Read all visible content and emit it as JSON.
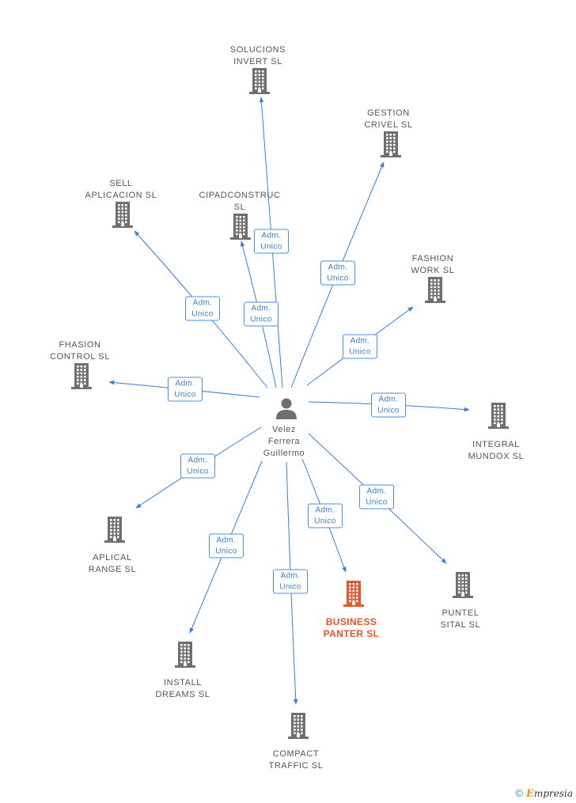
{
  "center": {
    "label": "Velez\nFerrera\nGuillermo"
  },
  "companies": [
    {
      "id": "solucions",
      "label": "SOLUCIONS\nINVERT SL",
      "highlight": false
    },
    {
      "id": "gestion",
      "label": "GESTION\nCRIVEL SL",
      "highlight": false
    },
    {
      "id": "sell",
      "label": "SELL\nAPLICACION SL",
      "highlight": false
    },
    {
      "id": "cipad",
      "label": "CIPADCONSTRUC\nSL",
      "highlight": false
    },
    {
      "id": "fashion",
      "label": "FASHION\nWORK SL",
      "highlight": false
    },
    {
      "id": "fhasion",
      "label": "FHASION\nCONTROL SL",
      "highlight": false
    },
    {
      "id": "integral",
      "label": "INTEGRAL\nMUNDOX SL",
      "highlight": false
    },
    {
      "id": "aplical",
      "label": "APLICAL\nRANGE SL",
      "highlight": false
    },
    {
      "id": "business",
      "label": "BUSINESS\nPANTER SL",
      "highlight": true
    },
    {
      "id": "puntel",
      "label": "PUNTEL\nSITAL SL",
      "highlight": false
    },
    {
      "id": "install",
      "label": "INSTALL\nDREAMS SL",
      "highlight": false
    },
    {
      "id": "compact",
      "label": "COMPACT\nTRAFFIC SL",
      "highlight": false
    }
  ],
  "relations": [
    {
      "target": "solucions",
      "role": "Adm.\nUnico"
    },
    {
      "target": "gestion",
      "role": "Adm.\nUnico"
    },
    {
      "target": "sell",
      "role": "Adm.\nUnico"
    },
    {
      "target": "cipad",
      "role": "Adm.\nUnico"
    },
    {
      "target": "fashion",
      "role": "Adm.\nUnico"
    },
    {
      "target": "fhasion",
      "role": "Adm.\nUnico"
    },
    {
      "target": "integral",
      "role": "Adm.\nUnico"
    },
    {
      "target": "aplical",
      "role": "Adm.\nUnico"
    },
    {
      "target": "business",
      "role": "Adm.\nUnico"
    },
    {
      "target": "puntel",
      "role": "Adm.\nUnico"
    },
    {
      "target": "install",
      "role": "Adm.\nUnico"
    },
    {
      "target": "compact",
      "role": "Adm.\nUnico"
    }
  ],
  "colors": {
    "edge": "#3b7dd8",
    "building": "#6f6f6f",
    "highlight": "#e8552a",
    "person": "#6f6f6f"
  },
  "icons": {
    "company": "building-icon",
    "person": "person-icon"
  },
  "footer": {
    "copyright": "©",
    "brand_e": "E",
    "brand_rest": "mpresia"
  }
}
